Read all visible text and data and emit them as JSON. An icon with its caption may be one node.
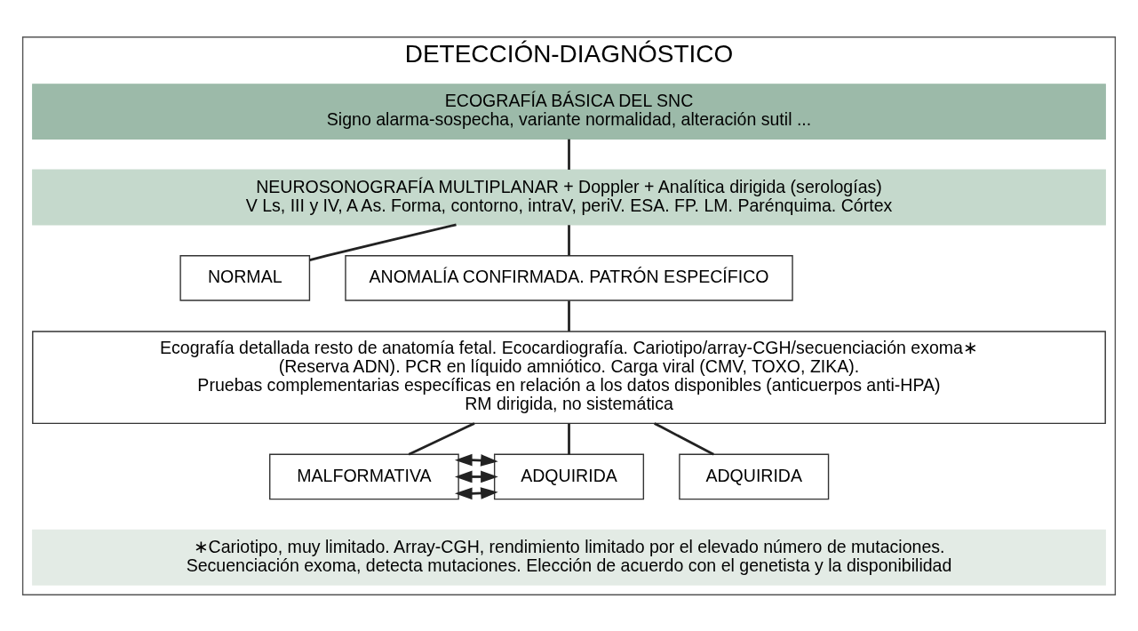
{
  "diagram": {
    "nodes": [
      {
        "text": [
          "DETECCIÓN-DIAGNÓSTICO"
        ]
      },
      {
        "text": [
          "ECOGRAFÍA BÁSICA DEL SNC",
          "Signo alarma-sospecha, variante normalidad, alteración sutil ..."
        ],
        "in": 0
      },
      {
        "text": [
          "NEUROSONOGRAFÍA MULTIPLANAR + Doppler + Analítica dirigida (serologías)",
          "V Ls, III y IV, A As. Forma, contorno, intraV, periV. ESA. FP. LM. Parénquima. Córtex"
        ],
        "in": 0
      },
      {
        "text": [
          "NORMAL"
        ],
        "in": 0
      },
      {
        "text": [
          "ANOMALÍA CONFIRMADA. PATRÓN ESPECÍFICO"
        ],
        "in": 0
      },
      {
        "text": [
          "Ecografía detallada resto de anatomía fetal. Ecocardiografía. Cariotipo/array-CGH/secuenciación exoma∗",
          "(Reserva ADN). PCR en líquido amniótico. Carga viral (CMV, TOXO, ZIKA).",
          "Pruebas complementarias específicas en relación a los datos disponibles (anticuerpos anti-HPA)",
          "RM dirigida, no sistemática"
        ],
        "in": 0
      },
      {
        "text": [
          "MALFORMATIVA"
        ],
        "in": 0
      },
      {
        "text": [
          "ADQUIRIDA"
        ],
        "in": 0
      },
      {
        "text": [
          "ADQUIRIDA"
        ],
        "in": 0
      },
      {
        "text": [
          "∗Cariotipo, muy limitado. Array-CGH, rendimiento limitado por el elevado número de mutaciones.",
          "Secuenciación exoma, detecta mutaciones. Elección de acuerdo con el genetista y la disponibilidad"
        ],
        "in": 0
      }
    ],
    "edges": [
      {
        "from": 1,
        "to": 2,
        "arrow": "none"
      },
      {
        "from": 2,
        "to": 3,
        "arrow": "none"
      },
      {
        "from": 2,
        "to": 4,
        "arrow": "none"
      },
      {
        "from": 4,
        "to": 5,
        "arrow": "none"
      },
      {
        "from": 5,
        "to": 6,
        "arrow": "none"
      },
      {
        "from": 5,
        "to": 7,
        "arrow": "none"
      },
      {
        "from": 5,
        "to": 8,
        "arrow": "none"
      },
      {
        "from": 6,
        "to": 7,
        "arrow": "both"
      },
      {
        "from": 6,
        "to": 7,
        "arrow": "both"
      },
      {
        "from": 6,
        "to": 7,
        "arrow": "both"
      }
    ]
  }
}
